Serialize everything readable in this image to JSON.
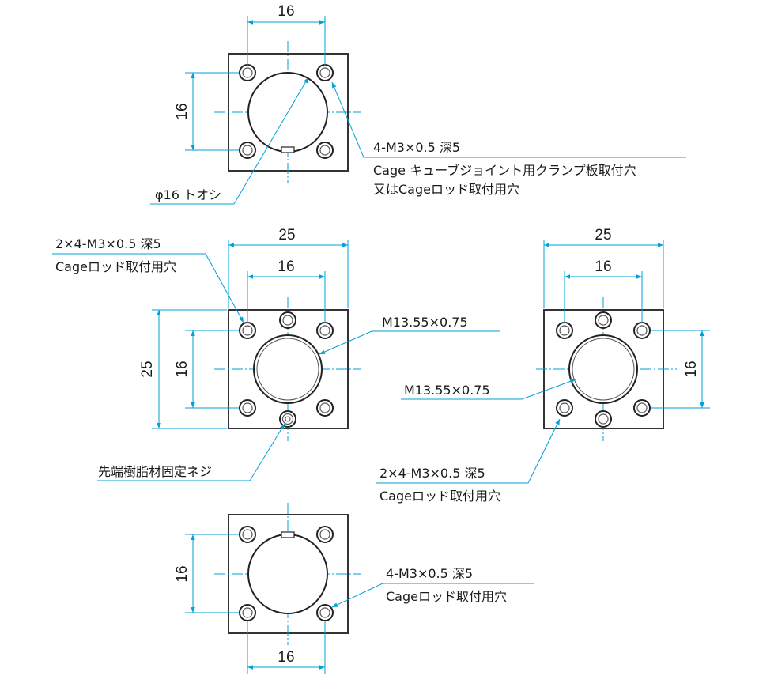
{
  "views": {
    "top": {
      "dim_width": "16",
      "dim_height": "16",
      "note_holes_line1": "4-M3×0.5 深5",
      "note_holes_line2": "Cage キューブジョイント用クランプ板取付穴",
      "note_holes_line3": "又はCageロッド取付用穴",
      "note_bore": "φ16 トオシ"
    },
    "middle_left": {
      "dim_outer_width": "25",
      "dim_inner_width": "16",
      "dim_outer_height": "25",
      "dim_inner_height": "16",
      "note_holes_line1": "2×4-M3×0.5 深5",
      "note_holes_line2": "Cageロッド取付用穴",
      "note_thread": "M13.55×0.75",
      "note_screw": "先端樹脂材固定ネジ"
    },
    "middle_right": {
      "dim_outer_width": "25",
      "dim_inner_width": "16",
      "dim_inner_height": "16",
      "note_thread": "M13.55×0.75",
      "note_holes_line1": "2×4-M3×0.5 深5",
      "note_holes_line2": "Cageロッド取付用穴"
    },
    "bottom": {
      "dim_height": "16",
      "dim_width": "16",
      "note_holes_line1": "4-M3×0.5 深5",
      "note_holes_line2": "Cageロッド取付用穴"
    }
  },
  "colors": {
    "dimension_line": "#00a0d8",
    "outline": "#333333",
    "text": "#1a1a1a"
  }
}
